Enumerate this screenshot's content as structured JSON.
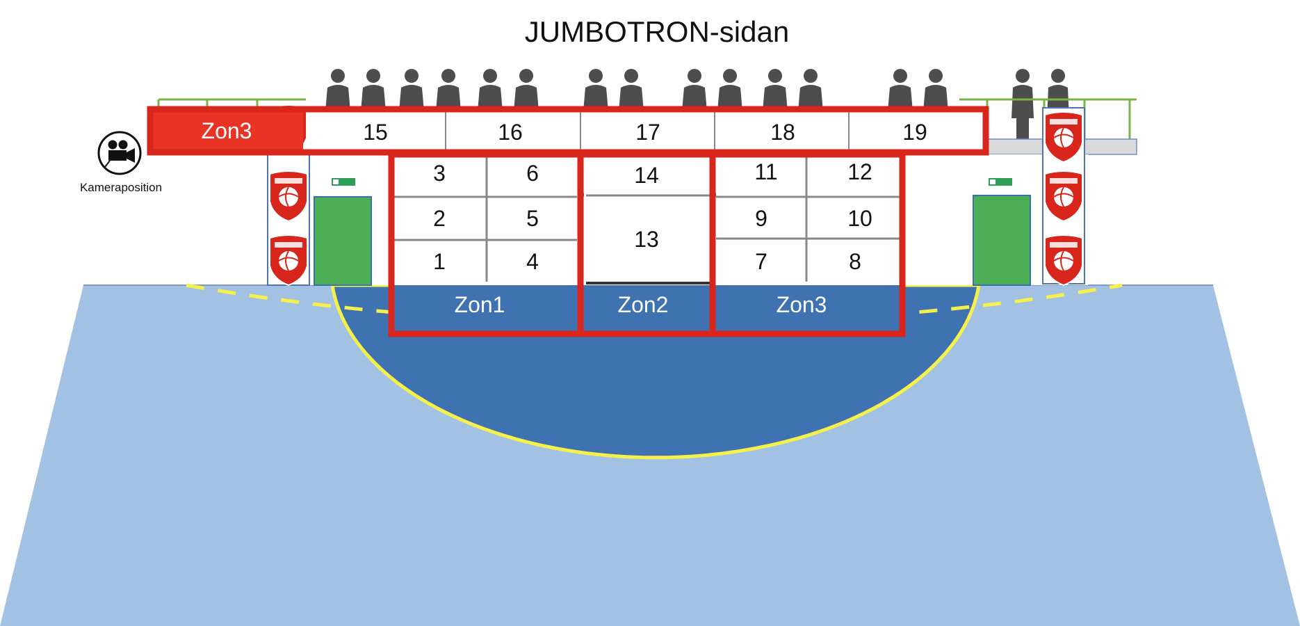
{
  "title": "JUMBOTRON-sidan",
  "camera": {
    "label": "Kameraposition",
    "icon": "video-camera-icon"
  },
  "logos": {
    "alt_text": "SKÖVDE HANDBOLLS FLICKOR 1949"
  },
  "banner": {
    "zone_label": "Zon3",
    "cells": [
      "15",
      "16",
      "17",
      "18",
      "19"
    ]
  },
  "zones": [
    {
      "label": "Zon1",
      "cells": [
        "3",
        "6",
        "2",
        "5",
        "1",
        "4"
      ]
    },
    {
      "label": "Zon2",
      "cells": [
        "14",
        "13"
      ]
    },
    {
      "label": "Zon3",
      "cells": [
        "11",
        "12",
        "9",
        "10",
        "7",
        "8"
      ]
    }
  ],
  "colors": {
    "court": "#a3c1e3",
    "goal_area": "#3f72b0",
    "zone_border": "#d9261c",
    "banner_label_bg": "#e93324",
    "lines": "#f5f04a",
    "door": "#4cae55",
    "spectator": "#4d4d4d",
    "railing": "#7ab24a"
  }
}
